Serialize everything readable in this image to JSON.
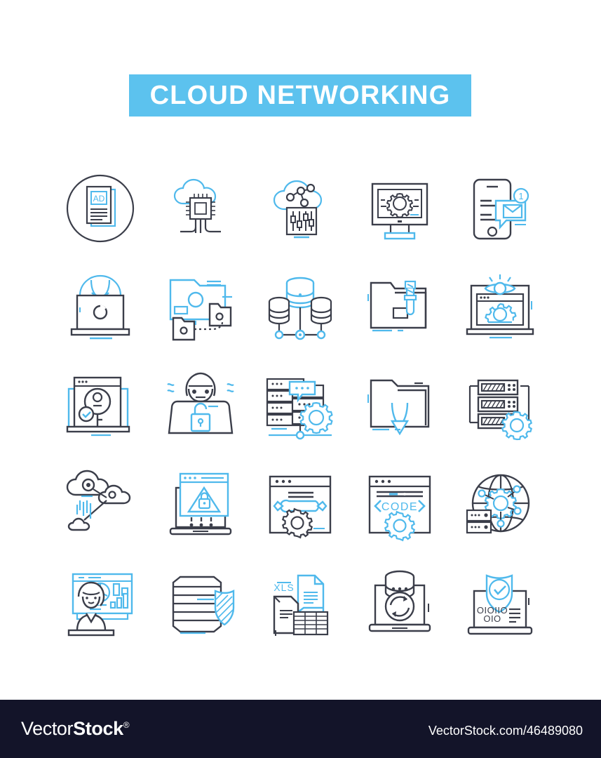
{
  "header": {
    "title": "CLOUD NETWORKING",
    "banner_color": "#5cc2ee",
    "title_color": "#ffffff"
  },
  "palette": {
    "dark": "#3b3e4a",
    "accent": "#4fb9ec",
    "background": "#ffffff",
    "footer_bg": "#131429"
  },
  "icons": [
    {
      "id": "ad-document-circle",
      "name": "ad-document-circle-icon",
      "row": 1,
      "col": 1,
      "label": "Advertising document in circle"
    },
    {
      "id": "cloud-chip",
      "name": "cloud-chip-icon",
      "row": 1,
      "col": 2,
      "label": "Cloud computing processor chip"
    },
    {
      "id": "cloud-settings-nodes",
      "name": "cloud-settings-nodes-icon",
      "row": 1,
      "col": 3,
      "label": "Cloud network nodes with settings sliders"
    },
    {
      "id": "monitor-gear",
      "name": "monitor-gear-icon",
      "row": 1,
      "col": 4,
      "label": "Desktop monitor with gear"
    },
    {
      "id": "phone-mail",
      "name": "phone-mail-notification-icon",
      "row": 1,
      "col": 5,
      "label": "Smartphone with email notification",
      "badge": "1"
    },
    {
      "id": "hacker-laptop",
      "name": "hacker-laptop-icon",
      "row": 2,
      "col": 1,
      "label": "Hacker behind laptop"
    },
    {
      "id": "folder-share",
      "name": "folder-share-icon",
      "row": 2,
      "col": 2,
      "label": "File folder sharing"
    },
    {
      "id": "database-cluster",
      "name": "database-cluster-icon",
      "row": 2,
      "col": 3,
      "label": "Database cluster network"
    },
    {
      "id": "folder-testtube",
      "name": "folder-testtube-icon",
      "row": 2,
      "col": 4,
      "label": "Folder with test tube"
    },
    {
      "id": "laptop-eye-gear",
      "name": "laptop-eye-monitoring-icon",
      "row": 2,
      "col": 5,
      "label": "Laptop monitoring with eye and gear"
    },
    {
      "id": "browser-key",
      "name": "browser-key-auth-icon",
      "row": 3,
      "col": 1,
      "label": "Browser authentication key"
    },
    {
      "id": "hacker-padlock",
      "name": "hacker-padlock-icon",
      "row": 3,
      "col": 2,
      "label": "Hacker with open padlock"
    },
    {
      "id": "server-gear-chat",
      "name": "server-gear-chat-icon",
      "row": 3,
      "col": 3,
      "label": "Server racks with gear and chat bubble"
    },
    {
      "id": "folder-download",
      "name": "folder-download-icon",
      "row": 3,
      "col": 4,
      "label": "Folder with download arrow"
    },
    {
      "id": "server-rack-gear",
      "name": "server-rack-gear-icon",
      "row": 3,
      "col": 5,
      "label": "Server rack with gear"
    },
    {
      "id": "cloud-network-rain",
      "name": "cloud-network-rain-icon",
      "row": 4,
      "col": 1,
      "label": "Connected clouds with data rain"
    },
    {
      "id": "laptop-security-alert",
      "name": "laptop-security-alert-icon",
      "row": 4,
      "col": 2,
      "label": "Laptop with security warning lock"
    },
    {
      "id": "browser-wrench-gear",
      "name": "browser-wrench-gear-icon",
      "row": 4,
      "col": 3,
      "label": "Browser maintenance wrench and gear"
    },
    {
      "id": "browser-code",
      "name": "browser-code-icon",
      "row": 4,
      "col": 4,
      "label": "Browser with code tag and gear",
      "text": "< CODE >"
    },
    {
      "id": "globe-gear-server",
      "name": "globe-gear-server-icon",
      "row": 4,
      "col": 5,
      "label": "Global network gear with server"
    },
    {
      "id": "analyst-dashboard",
      "name": "analyst-dashboard-icon",
      "row": 5,
      "col": 1,
      "label": "Analyst with dashboard charts"
    },
    {
      "id": "server-shield",
      "name": "server-shield-icon",
      "row": 5,
      "col": 2,
      "label": "Server stack protected by shield"
    },
    {
      "id": "xls-documents",
      "name": "xls-documents-icon",
      "row": 5,
      "col": 3,
      "label": "XLS spreadsheet documents",
      "text": "XLS"
    },
    {
      "id": "laptop-db-sync",
      "name": "laptop-database-sync-icon",
      "row": 5,
      "col": 4,
      "label": "Laptop with database sync"
    },
    {
      "id": "laptop-binary-shield",
      "name": "laptop-binary-shield-icon",
      "row": 5,
      "col": 5,
      "label": "Laptop binary data protected by shield",
      "text": "OIOIIO OIO"
    }
  ],
  "footer": {
    "brand_light": "Vector",
    "brand_bold": "Stock",
    "brand_mark": "®",
    "url": "VectorStock.com/46489080"
  }
}
